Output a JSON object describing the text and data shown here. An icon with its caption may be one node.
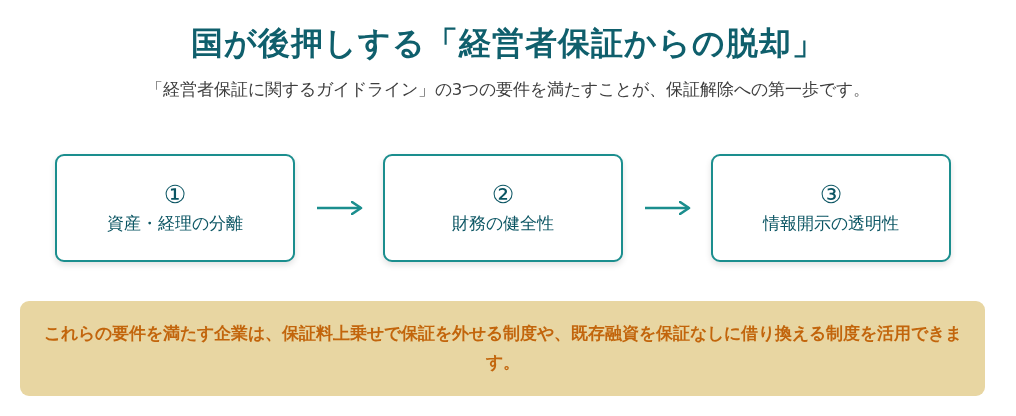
{
  "diagram": {
    "title": "国が後押しする「経営者保証からの脱却」",
    "nodes": [
      {
        "text": [
          "①",
          "資産・経理の分離"
        ]
      },
      {
        "text": [
          "②",
          "財務の健全性"
        ]
      },
      {
        "text": [
          "③",
          "情報開示の透明性"
        ]
      },
      {
        "text": [
          "これらの要件を満たす企業は、保証料上乗せで保証を外せる制度や、既存融資を保証なしに借り換える制度を活用できます。"
        ]
      }
    ],
    "edges": [
      {
        "from": 0,
        "to": 1,
        "arrow": "to"
      },
      {
        "from": 1,
        "to": 2,
        "arrow": "to"
      }
    ],
    "labels": [
      "「経営者保証に関するガイドライン」の3つの要件を満たすことが、保証解除への第一歩です。"
    ]
  }
}
